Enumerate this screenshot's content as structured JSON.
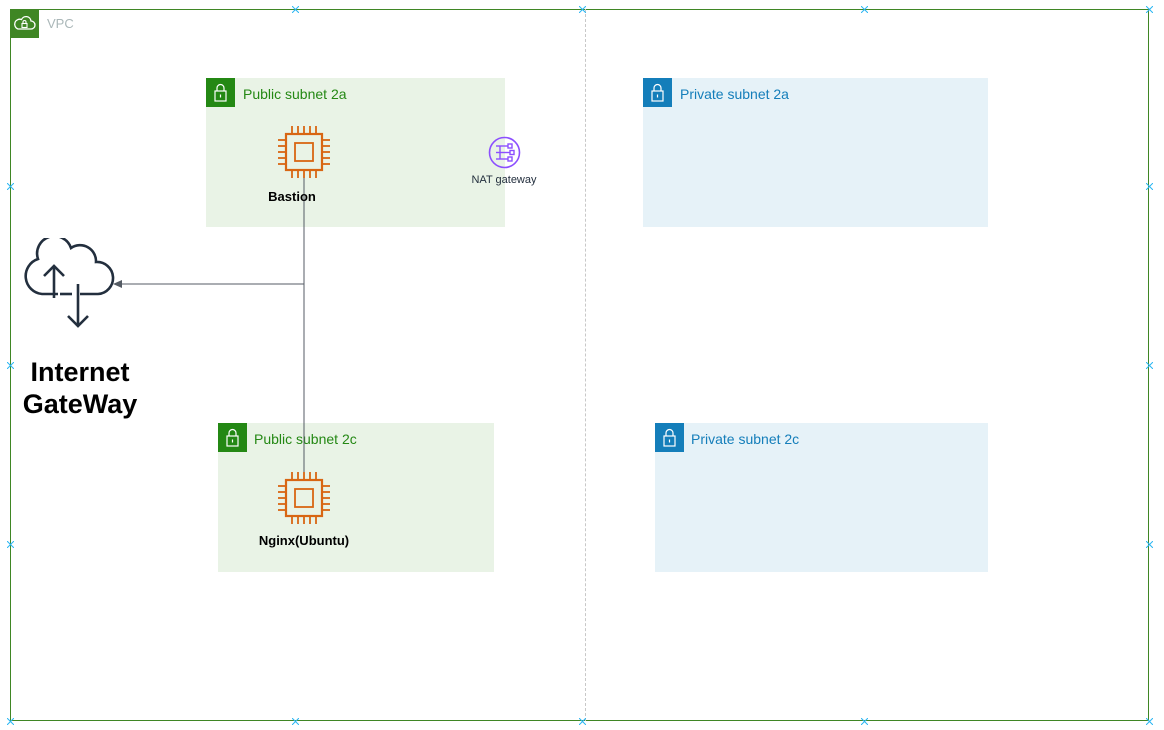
{
  "vpc": {
    "label": "VPC",
    "icon": "cloud-lock-icon",
    "color": "#3f8624"
  },
  "subnets": {
    "public_2a": {
      "label": "Public subnet 2a",
      "icon": "lock-icon",
      "color": "#248814"
    },
    "private_2a": {
      "label": "Private subnet 2a",
      "icon": "lock-icon",
      "color": "#147eba"
    },
    "public_2c": {
      "label": "Public subnet 2c",
      "icon": "lock-icon",
      "color": "#248814"
    },
    "private_2c": {
      "label": "Private subnet 2c",
      "icon": "lock-icon",
      "color": "#147eba"
    }
  },
  "nodes": {
    "bastion": {
      "label": "Bastion",
      "icon": "ec2-instance-icon",
      "color": "#d86613"
    },
    "nginx": {
      "label": "Nginx(Ubuntu)",
      "icon": "ec2-instance-icon",
      "color": "#d86613"
    },
    "nat": {
      "label": "NAT gateway",
      "icon": "nat-gateway-icon",
      "color": "#8c4fff"
    },
    "igw": {
      "label_line1": "Internet",
      "label_line2": "GateWay",
      "icon": "cloud-upload-download-icon",
      "color": "#232f3e"
    }
  }
}
